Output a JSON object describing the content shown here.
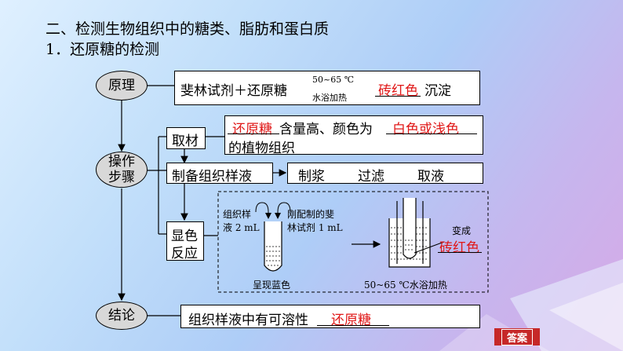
{
  "headings": {
    "section": "二、检测生物组织中的糖类、脂肪和蛋白质",
    "subsection": "1．还原糖的检测"
  },
  "ovals": {
    "principle": "原理",
    "steps_line1": "操作",
    "steps_line2": "步骤",
    "conclusion": "结论"
  },
  "principle": {
    "reagent_text": "斐林试剂＋还原糖",
    "arrow_top": "50~65 ℃",
    "arrow_bottom": "水浴加热",
    "product_answer": "砖红色",
    "product_suffix": "沉淀"
  },
  "material": {
    "label": "取材",
    "answer1": "还原糖",
    "text1": "含量高、颜色为",
    "answer2": "白色或浅色",
    "text2": "的植物组织"
  },
  "prep": {
    "label": "制备组织样液",
    "step1": "制浆",
    "step2": "过滤",
    "step3": "取液"
  },
  "reaction": {
    "label_line1": "显色",
    "label_line2": "反应",
    "sample_label_line1": "组织样",
    "sample_label_line2": "液 2 mL",
    "reagent_label_line1": "刚配制的斐",
    "reagent_label_line2": "林试剂 1 mL",
    "tube_caption": "呈现蓝色",
    "bath_caption": "50~65 ℃水浴加热",
    "change_label": "变成",
    "change_answer": "砖红色"
  },
  "conclusion": {
    "text": "组织样液中有可溶性",
    "answer": "还原糖"
  },
  "answer_button": "答案",
  "colors": {
    "answer_red": "#e01818",
    "button_red": "#c62828"
  }
}
